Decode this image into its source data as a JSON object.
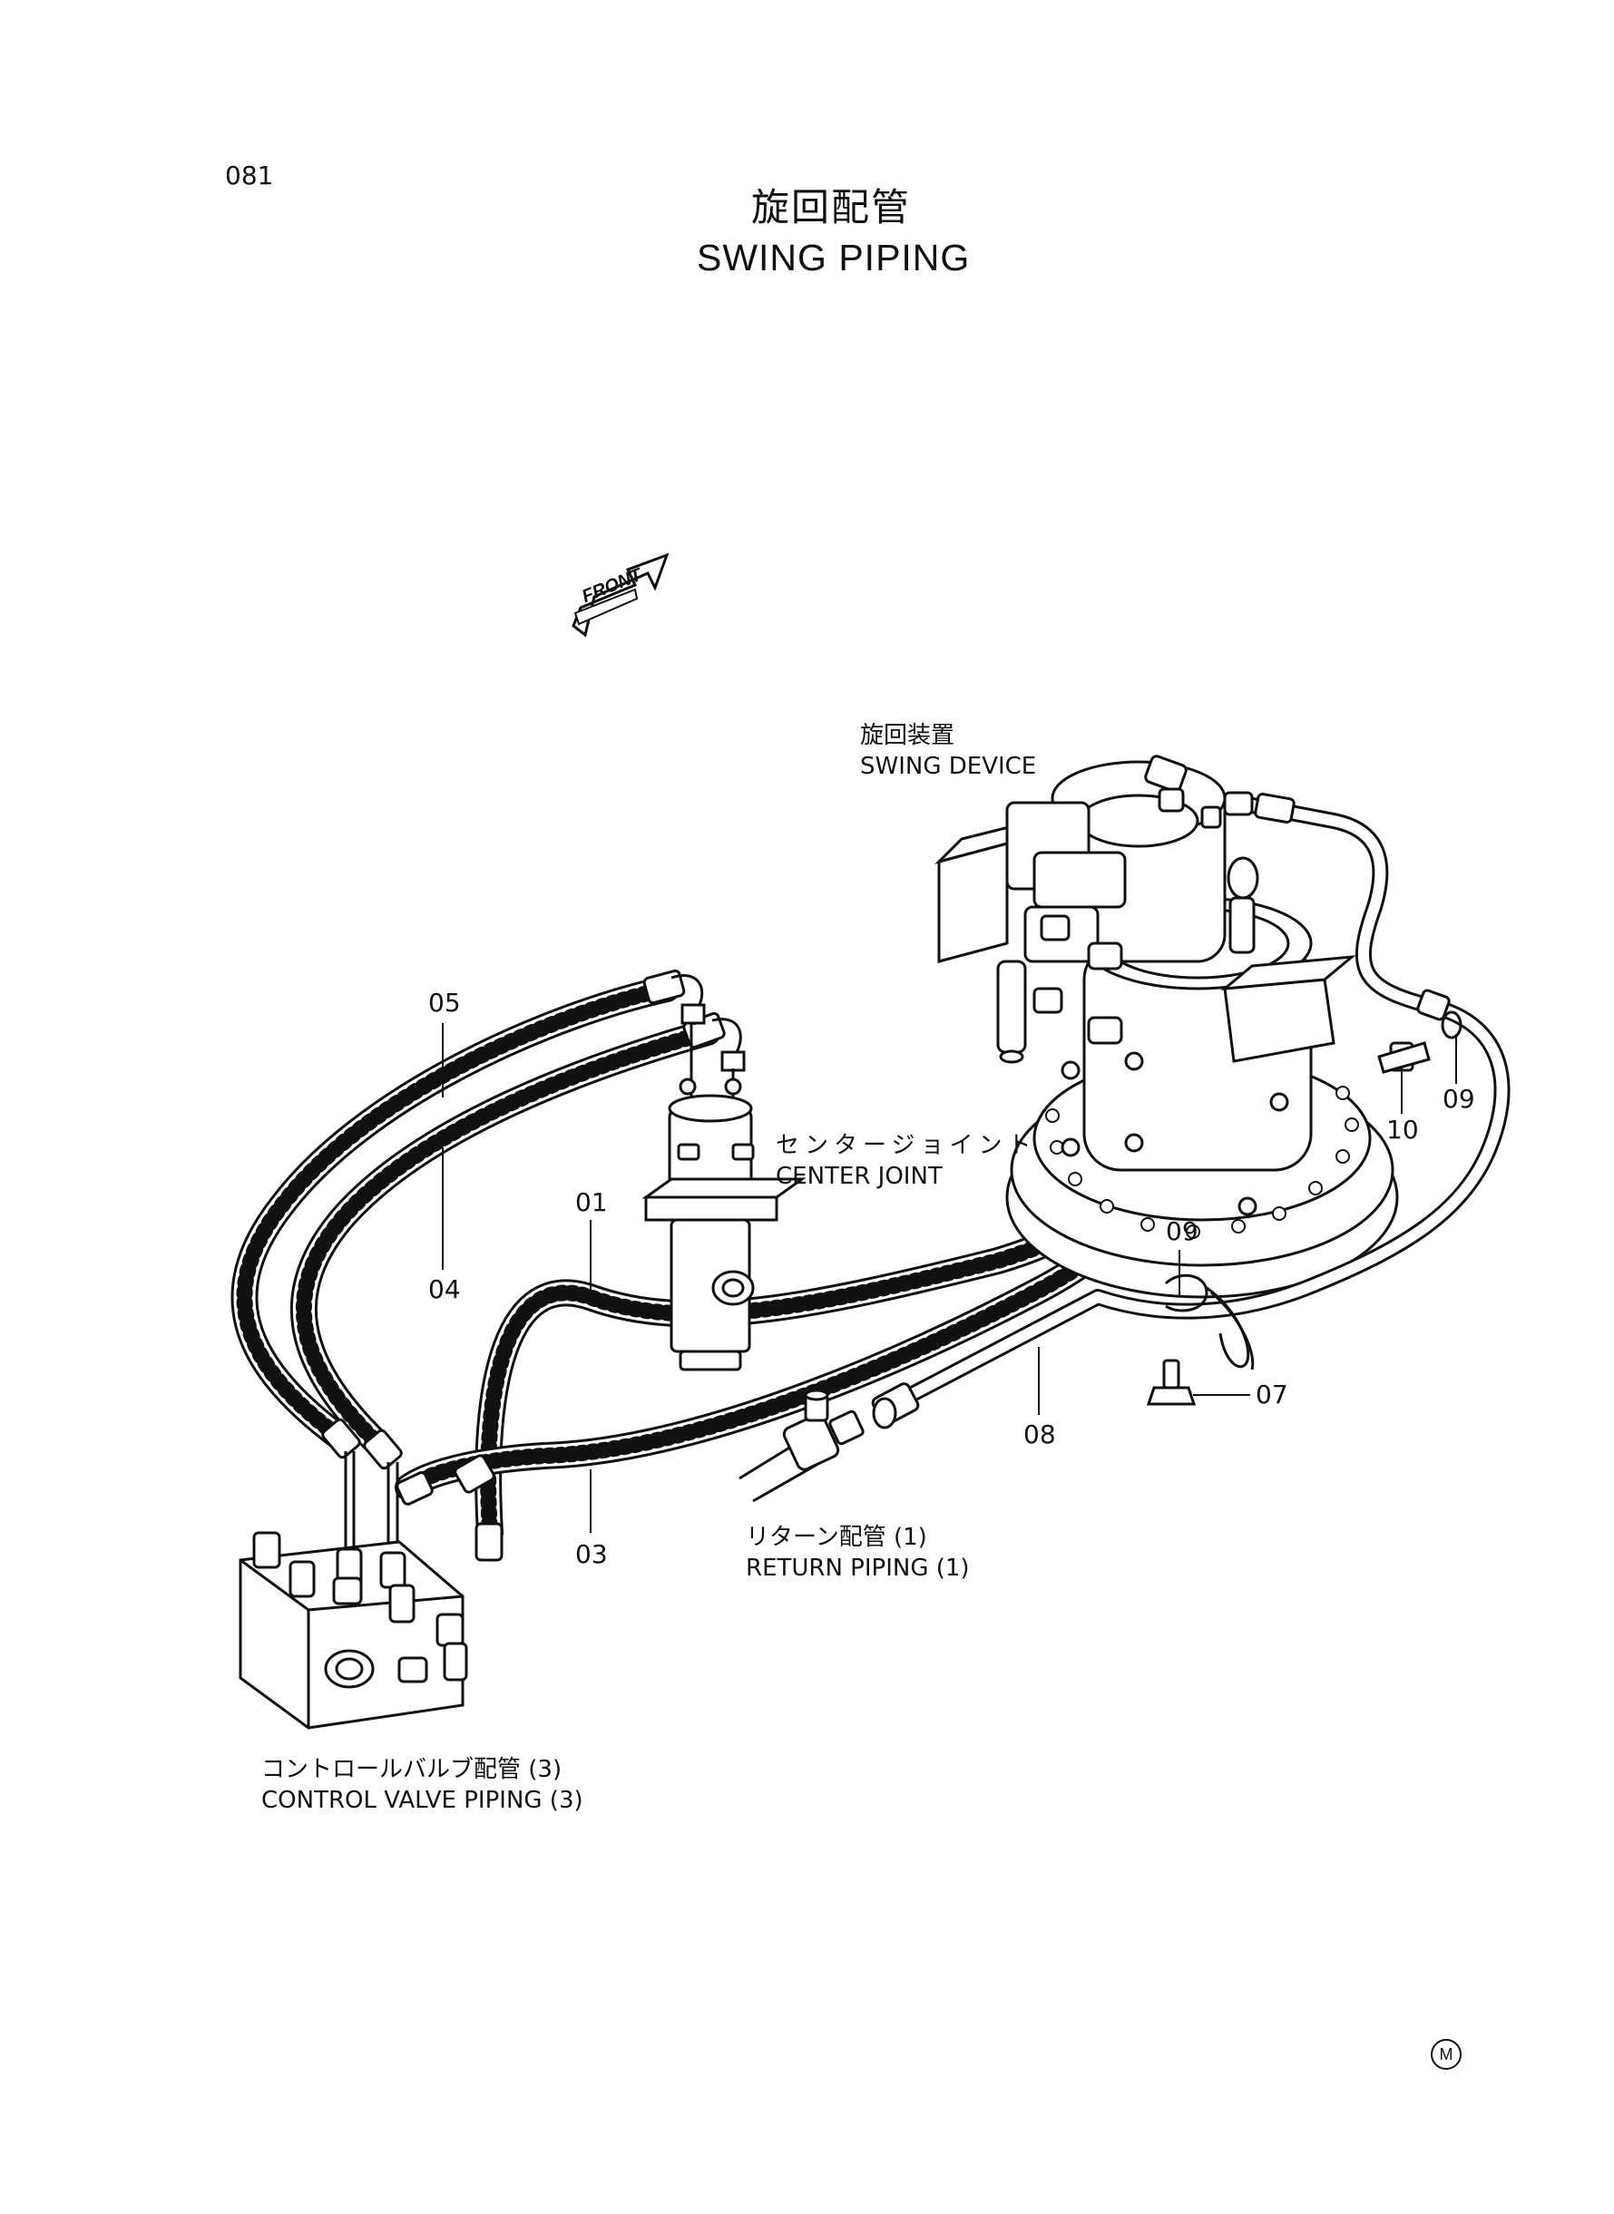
{
  "page_number": "081",
  "title": {
    "jp": "旋回配管",
    "en": "SWING PIPING"
  },
  "front_arrow": "FRONT",
  "assemblies": {
    "swing_device": {
      "jp": "旋回装置",
      "en": "SWING DEVICE"
    },
    "center_joint": {
      "jp": "センタージョイント",
      "en": "CENTER JOINT"
    },
    "return_piping": {
      "jp": "リターン配管 (1)",
      "en": "RETURN PIPING (1)"
    },
    "control_valve_piping": {
      "jp": "コントロールバルブ配管 (3)",
      "en": "CONTROL VALVE PIPING (3)"
    }
  },
  "part_callouts": [
    "05",
    "04",
    "01",
    "03",
    "08",
    "09",
    "10",
    "09",
    "07"
  ],
  "corner_mark": "M"
}
